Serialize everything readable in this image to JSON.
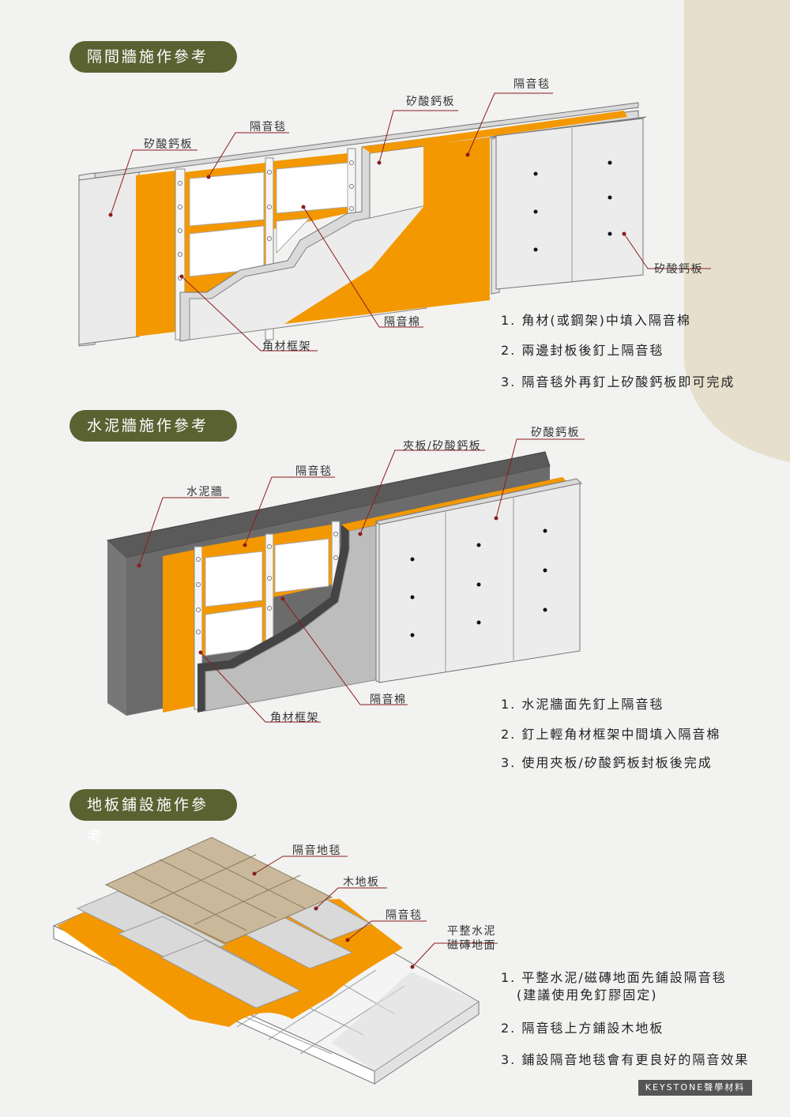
{
  "sections": [
    {
      "title": "隔間牆施作參考",
      "labels": {
        "board_left": "矽酸鈣板",
        "felt_left": "隔音毯",
        "board_mid": "矽酸鈣板",
        "felt_right": "隔音毯",
        "board_right": "矽酸鈣板",
        "wool": "隔音棉",
        "frame": "角材框架"
      },
      "steps": [
        "1. 角材(或鋼架)中填入隔音棉",
        "2. 兩邊封板後釘上隔音毯",
        "3. 隔音毯外再釘上矽酸鈣板即可完成"
      ]
    },
    {
      "title": "水泥牆施作參考",
      "labels": {
        "concrete": "水泥牆",
        "felt": "隔音毯",
        "plywood": "夾板/矽酸鈣板",
        "board": "矽酸鈣板",
        "wool": "隔音棉",
        "frame": "角材框架"
      },
      "steps": [
        "1. 水泥牆面先釘上隔音毯",
        "2. 釘上輕角材框架中間填入隔音棉",
        "3. 使用夾板/矽酸鈣板封板後完成"
      ]
    },
    {
      "title": "地板鋪設施作參考",
      "labels": {
        "underlay": "隔音地毯",
        "wood": "木地板",
        "felt": "隔音毯",
        "base_line1": "平整水泥",
        "base_line2": "磁磚地面"
      },
      "steps": [
        "1. 平整水泥/磁磚地面先鋪設隔音毯",
        "(建議使用免釘膠固定)",
        "2. 隔音毯上方鋪設木地板",
        "3. 鋪設隔音地毯會有更良好的隔音效果"
      ]
    }
  ],
  "brand": "KEYSTONE聲學材料",
  "colors": {
    "pill_bg": "#5a6232",
    "orange": "#f39800",
    "board": "#e6e6e6",
    "concrete": "#6b6b6b",
    "accent_shape": "#e6dfcc",
    "leader_line": "#8c1c1c"
  }
}
